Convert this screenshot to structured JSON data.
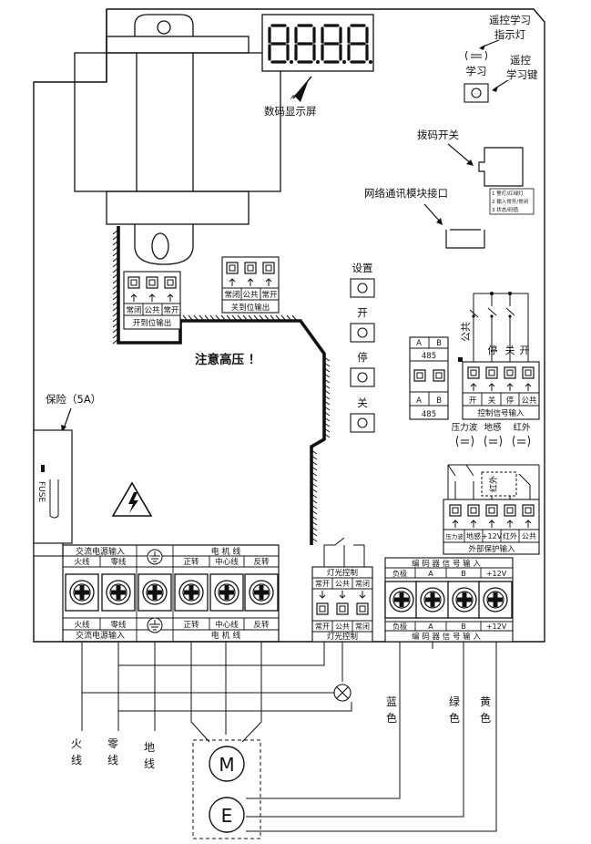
{
  "display": {
    "label": "数码显示屏",
    "digits": "8.8.8.8."
  },
  "remote": {
    "indicator_title": "遥控学习\n指示灯",
    "indicator_label": "学习",
    "key_title": "遥控\n学习键"
  },
  "dip": {
    "label": "拨码开关",
    "legend": [
      "1 警灯/红绿灯",
      "2 输入常开/常闭",
      "3 状态/码值"
    ]
  },
  "network": {
    "label": "网络通讯模块接口"
  },
  "warning": {
    "high_voltage": "注意高压 ！"
  },
  "fuse": {
    "label": "保险（5A）",
    "text": "FUSE"
  },
  "open_limit": {
    "pins": [
      "常闭",
      "公共",
      "常开"
    ],
    "title": "开到位输出"
  },
  "close_limit": {
    "pins": [
      "常闭",
      "公共",
      "常开"
    ],
    "title": "关到位输出"
  },
  "buttons": [
    "设置",
    "开",
    "停",
    "关"
  ],
  "rs485": {
    "top": [
      "A",
      "B"
    ],
    "label": "485",
    "bottom": [
      "A",
      "B"
    ]
  },
  "control": {
    "switch_labels": [
      "公共",
      "停",
      "关",
      "开"
    ],
    "pins": [
      "开",
      "关",
      "停",
      "公共"
    ],
    "title": "控制信号输入"
  },
  "sensors": {
    "labels": [
      "压力波",
      "地感",
      "红外"
    ],
    "ir_box": "红外",
    "pins": [
      "压力波",
      "地感",
      "+12V",
      "红外",
      "公共"
    ],
    "title": "外部保护输入"
  },
  "ac_input": {
    "title": "交流电源输入",
    "pins": [
      "火线",
      "零线"
    ]
  },
  "motor_line": {
    "title": "电 机 线",
    "pins": [
      "正转",
      "中心线",
      "反转"
    ]
  },
  "light": {
    "title": "灯光控制",
    "pins": [
      "常开",
      "公共",
      "常闭"
    ]
  },
  "encoder": {
    "title": "编 码 器 信 号 输 入",
    "pins": [
      "负极",
      "A",
      "B",
      "+12V"
    ]
  },
  "wires": {
    "live": "火\n线",
    "neutral": "零\n线",
    "ground": "地\n线",
    "blue": "蓝\n色",
    "green": "绿\n色",
    "yellow": "黄\n色"
  },
  "motor": {
    "m": "M",
    "e": "E"
  }
}
